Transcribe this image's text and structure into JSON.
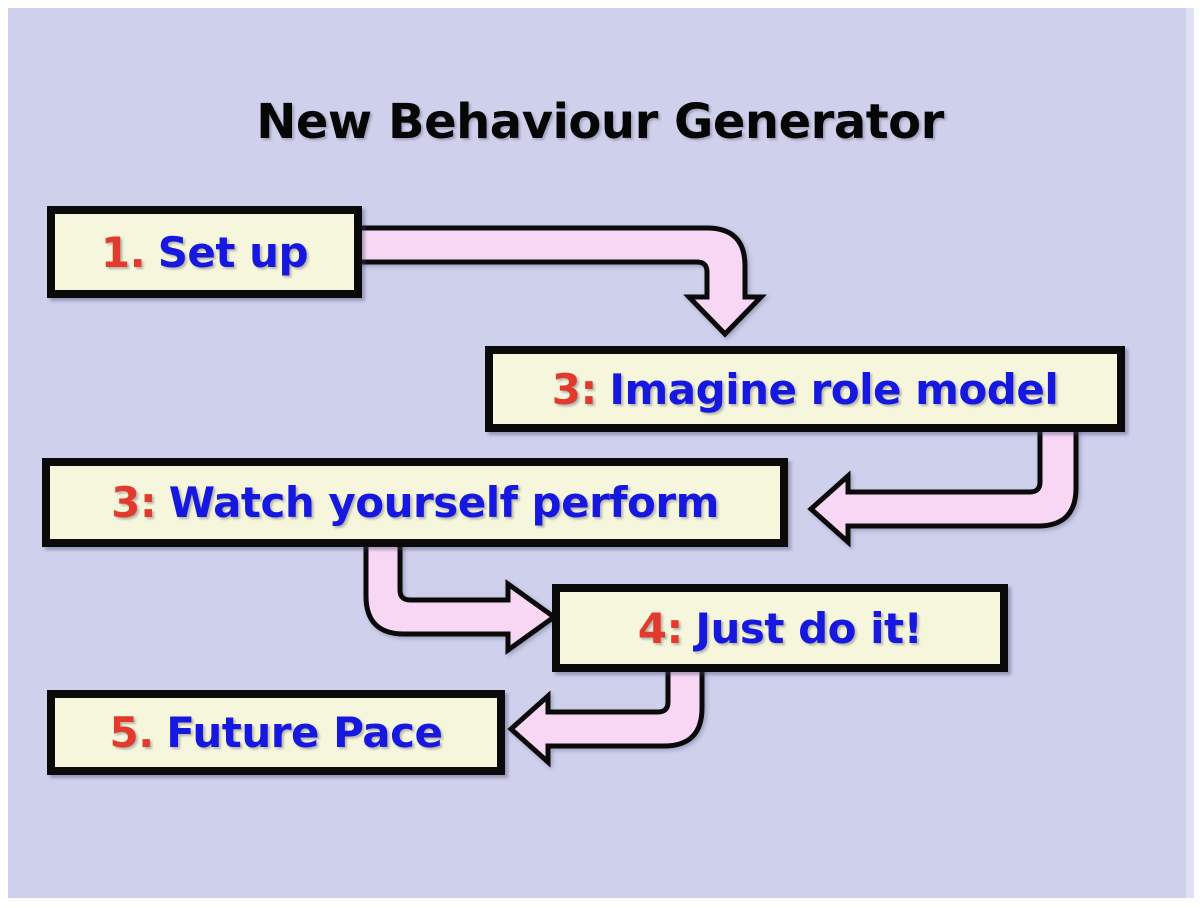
{
  "title": "New Behaviour Generator",
  "steps": [
    {
      "number": "1.",
      "label": "Set up"
    },
    {
      "number": "3:",
      "label": "Imagine role model"
    },
    {
      "number": "3:",
      "label": "Watch yourself perform"
    },
    {
      "number": "4:",
      "label": "Just do it!"
    },
    {
      "number": "5.",
      "label": "Future Pace"
    }
  ],
  "connections": [
    {
      "from": "step-1",
      "to": "step-2",
      "direction": "right-then-down"
    },
    {
      "from": "step-2",
      "to": "step-3",
      "direction": "down-then-left"
    },
    {
      "from": "step-3",
      "to": "step-4",
      "direction": "down-then-right"
    },
    {
      "from": "step-4",
      "to": "step-5",
      "direction": "down-then-left"
    }
  ],
  "colors": {
    "page-bg": "#ffffff",
    "canvas-bg": "#cfd0ec",
    "edge-strip": "#dfe1f6",
    "box-fill": "#f6f6dc",
    "box-border": "#0a0a0a",
    "arrow-fill": "#f8d7f4",
    "arrow-outline": "#0a0a0a",
    "step-number": "#e23b2e",
    "step-label": "#1718df",
    "title-color": "#060606"
  }
}
